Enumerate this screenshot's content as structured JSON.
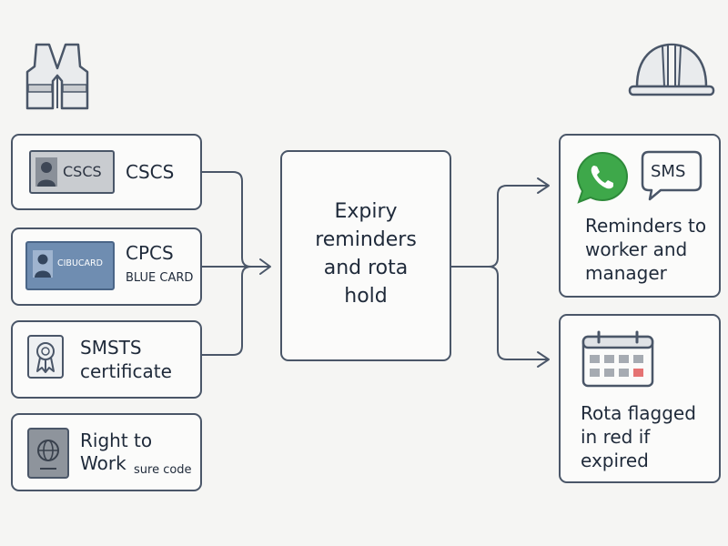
{
  "inputs": [
    {
      "card_text": "CSCS",
      "title": "CSCS",
      "subtitle": ""
    },
    {
      "card_text": "CIBUCARD",
      "title": "CPCS",
      "subtitle": "BLUE CARD"
    },
    {
      "title": "SMSTS",
      "subtitle": "certificate"
    },
    {
      "title": "Right to",
      "title_line2": "Work",
      "subtitle": "sure code"
    }
  ],
  "center": {
    "lines": [
      "Expiry",
      "reminders",
      "and rota",
      "hold"
    ]
  },
  "outputs": {
    "reminders": {
      "sms_label": "SMS",
      "lines": [
        "Reminders to",
        "worker and",
        "manager"
      ]
    },
    "rota": {
      "lines": [
        "Rota flagged",
        "in red if",
        "expired"
      ]
    }
  },
  "icons": {
    "top_left": "safety-vest-icon",
    "top_right": "hard-hat-icon",
    "certificate": "rosette-icon",
    "passport": "passport-globe-icon",
    "whatsapp": "whatsapp-icon",
    "sms": "speech-bubble-icon",
    "calendar": "calendar-icon"
  },
  "colors": {
    "line": "#4a5668",
    "blue_card": "#6f8db1",
    "whatsapp": "#3ea84a",
    "flag": "#e57373"
  }
}
